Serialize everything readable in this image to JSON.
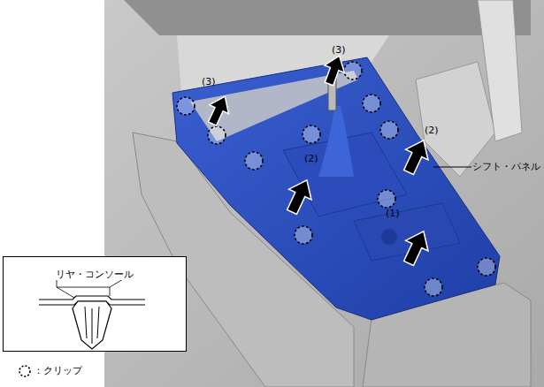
{
  "diagram": {
    "nodes": [
      {
        "text": [
          "リヤ・コンソール"
        ]
      }
    ],
    "labels": [
      "(3)",
      "(3)",
      "(2)",
      "(2)",
      "(1)",
      "シフト・パネル"
    ],
    "legend": [
      {
        "text": "：クリップ"
      }
    ]
  }
}
